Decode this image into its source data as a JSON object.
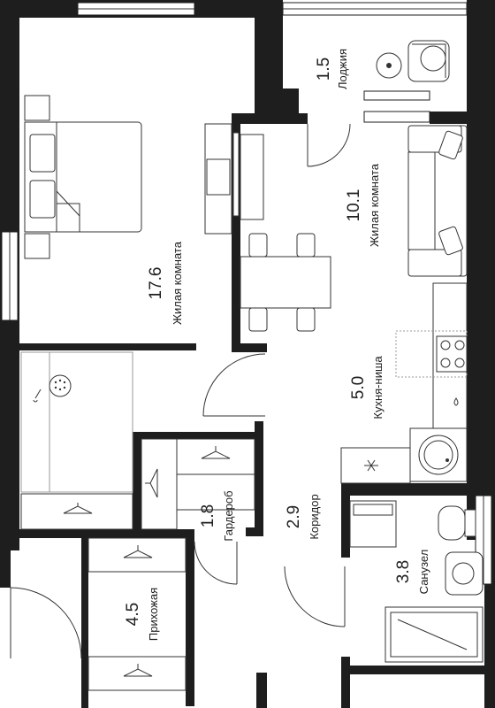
{
  "plan": {
    "rooms": [
      {
        "id": "bedroom",
        "area": "17.6",
        "name": "Жилая комната"
      },
      {
        "id": "living",
        "area": "10.1",
        "name": "Жилая комната"
      },
      {
        "id": "loggia",
        "area": "1.5",
        "name": "Лоджия"
      },
      {
        "id": "kitchen",
        "area": "5.0",
        "name": "Кухня-ниша"
      },
      {
        "id": "wardrobe",
        "area": "1.8",
        "name": "Гардероб"
      },
      {
        "id": "corridor",
        "area": "2.9",
        "name": "Коридор"
      },
      {
        "id": "bathroom",
        "area": "3.8",
        "name": "Санузел"
      },
      {
        "id": "hallway",
        "area": "4.5",
        "name": "Прихожая"
      }
    ]
  },
  "colors": {
    "wall": "#1e1e1e",
    "line": "#333333",
    "muted": "#9a9a9a",
    "background": "#ffffff"
  }
}
